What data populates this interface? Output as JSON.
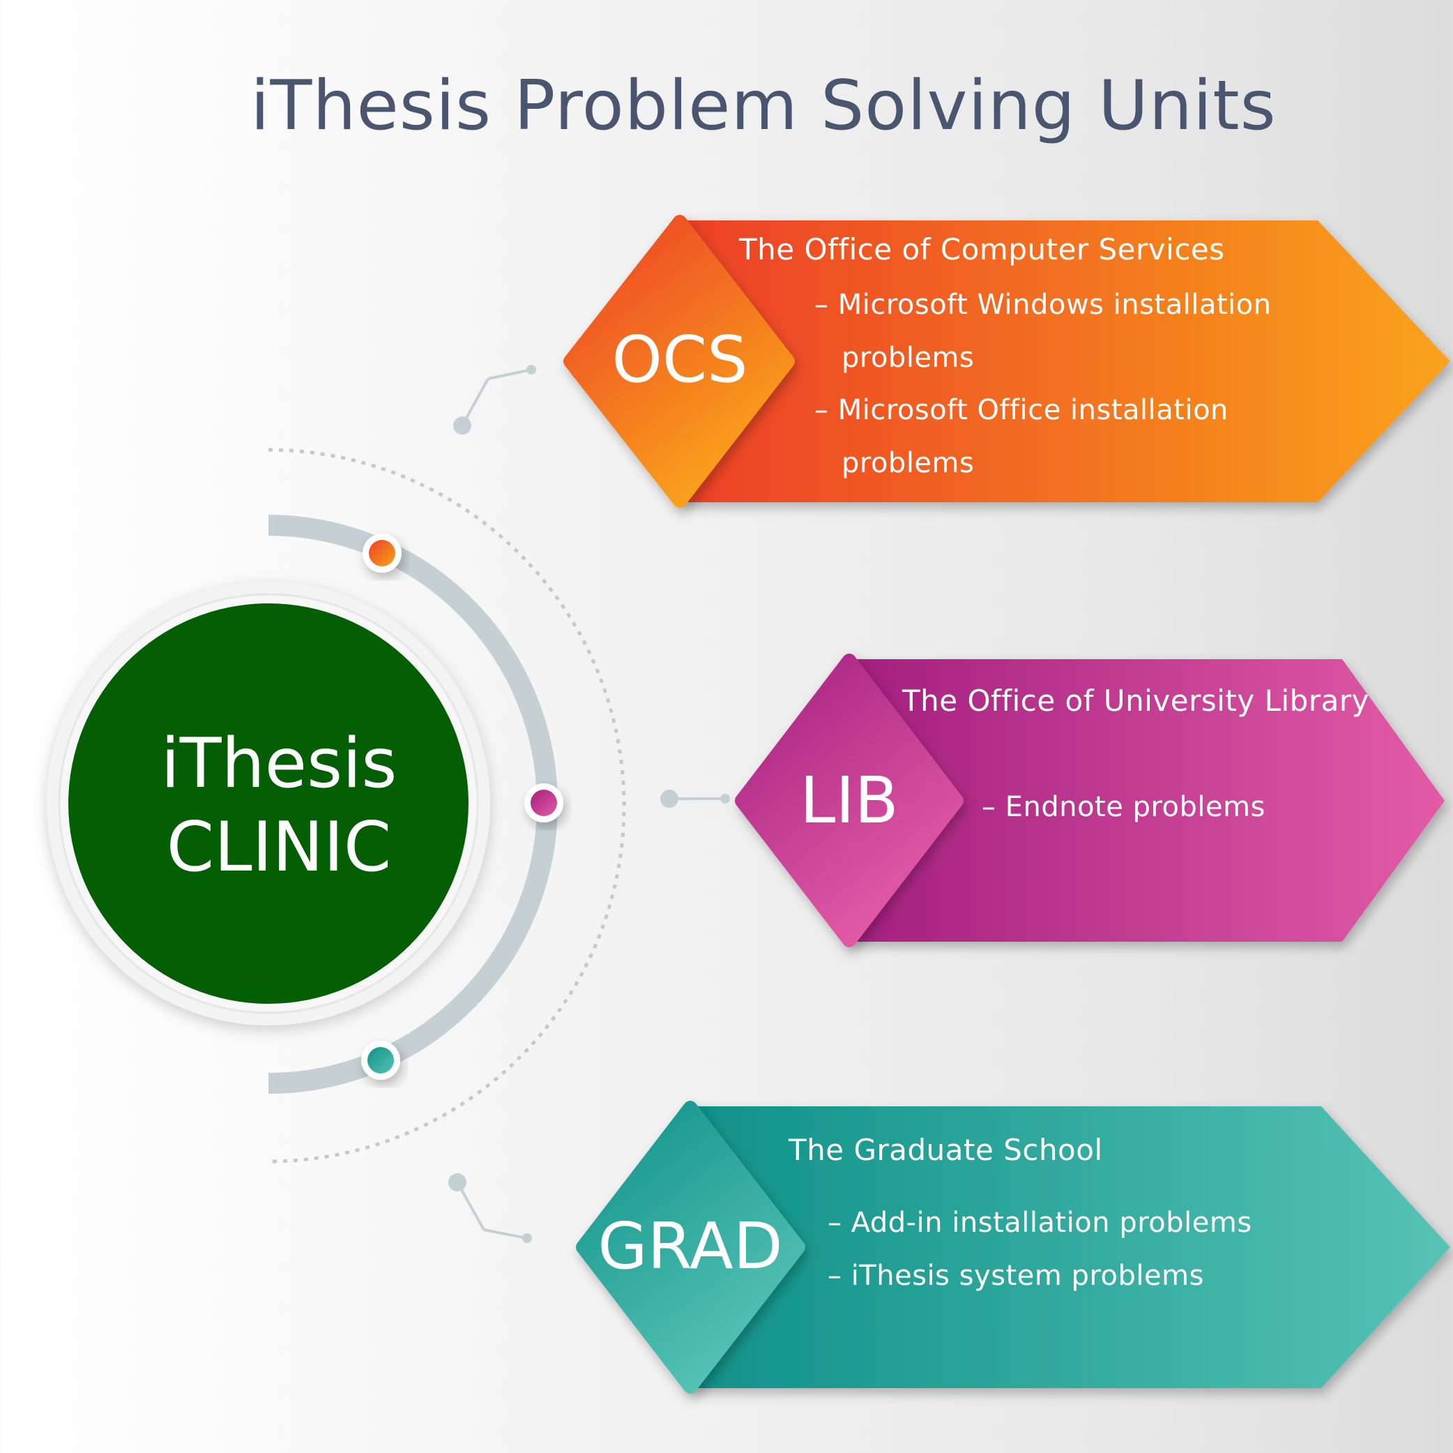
{
  "title": "iThesis Problem Solving Units",
  "hub": {
    "line1": "iThesis",
    "line2": "CLINIC",
    "color": "#045f04"
  },
  "units": [
    {
      "code": "OCS",
      "name": "The Office of Computer Services",
      "items": [
        "– Microsoft Windows installation",
        "problems",
        "– Microsoft Office installation",
        "problems"
      ],
      "gradient": [
        "#ec3f27",
        "#f9a31a"
      ]
    },
    {
      "code": "LIB",
      "name": "The Office of University Library",
      "items": [
        "– Endnote problems"
      ],
      "gradient": [
        "#a3207f",
        "#e35ba6"
      ]
    },
    {
      "code": "GRAD",
      "name": "The Graduate School",
      "items": [
        "– Add-in installation problems",
        "– iThesis system problems"
      ],
      "gradient": [
        "#0f9188",
        "#56c3b5"
      ]
    }
  ]
}
